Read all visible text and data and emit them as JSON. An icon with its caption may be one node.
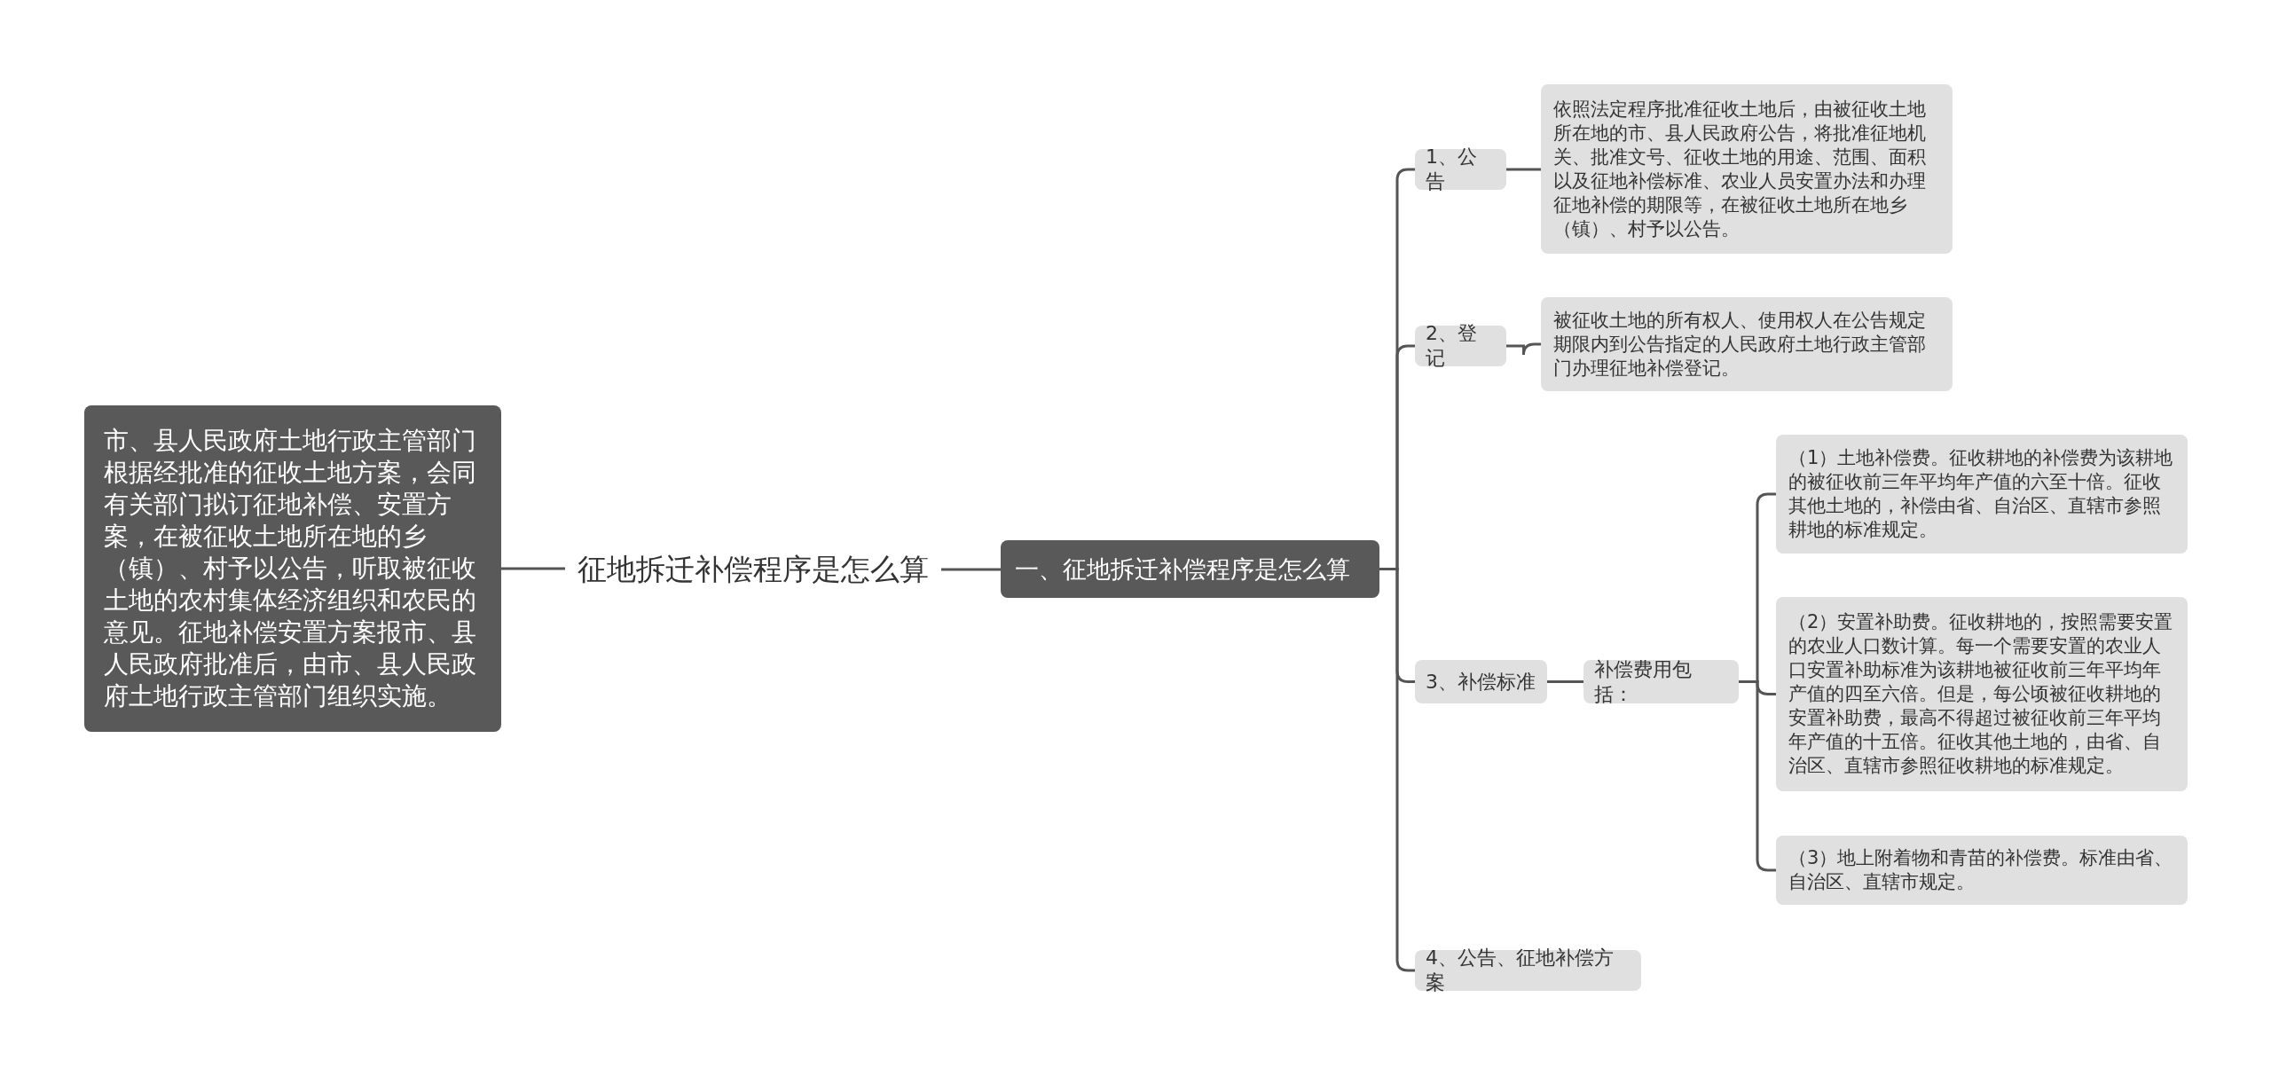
{
  "diagram": {
    "nodes": [
      {
        "text": [
          "征地拆迁补偿程序是怎么算"
        ]
      },
      {
        "text": [
          "市、县人民政府土地行政主管部门根据经批准的征收土地方案，会同有关部门拟订征地补偿、安置方案，在被征收土地所在地的乡（镇）、村予以公告，听取被征收土地的农村集体经济组织和农民的意见。征地补偿安置方案报市、县人民政府批准后，由市、县人民政府土地行政主管部门组织实施。"
        ]
      },
      {
        "text": [
          "一、征地拆迁补偿程序是怎么算"
        ]
      },
      {
        "text": [
          "1、公告"
        ]
      },
      {
        "text": [
          "依照法定程序批准征收土地后，由被征收土地所在地的市、县人民政府公告，将批准征地机关、批准文号、征收土地的用途、范围、面积以及征地补偿标准、农业人员安置办法和办理征地补偿的期限等，在被征收土地所在地乡（镇）、村予以公告。"
        ]
      },
      {
        "text": [
          "2、登记"
        ]
      },
      {
        "text": [
          "被征收土地的所有权人、使用权人在公告规定期限内到公告指定的人民政府土地行政主管部门办理征地补偿登记。"
        ]
      },
      {
        "text": [
          "3、补偿标准"
        ]
      },
      {
        "text": [
          "补偿费用包括："
        ]
      },
      {
        "text": [
          "（1）土地补偿费。征收耕地的补偿费为该耕地的被征收前三年平均年产值的六至十倍。征收其他土地的，补偿由省、自治区、直辖市参照耕地的标准规定。"
        ]
      },
      {
        "text": [
          "（2）安置补助费。征收耕地的，按照需要安置的农业人口数计算。每一个需要安置的农业人口安置补助标准为该耕地被征收前三年平均年产值的四至六倍。但是，每公顷被征收耕地的安置补助费，最高不得超过被征收前三年平均年产值的十五倍。征收其他土地的，由省、自治区、直辖市参照征收耕地的标准规定。"
        ]
      },
      {
        "text": [
          "（3）地上附着物和青苗的补偿费。标准由省、自治区、直辖市规定。"
        ]
      },
      {
        "text": [
          "4、公告、征地补偿方案"
        ]
      }
    ],
    "edges": [
      {
        "from": 1,
        "to": 0,
        "arrow": "none"
      },
      {
        "from": 0,
        "to": 2,
        "arrow": "none"
      },
      {
        "from": 2,
        "to": 3,
        "arrow": "none"
      },
      {
        "from": 2,
        "to": 5,
        "arrow": "none"
      },
      {
        "from": 2,
        "to": 7,
        "arrow": "none"
      },
      {
        "from": 2,
        "to": 12,
        "arrow": "none"
      },
      {
        "from": 3,
        "to": 4,
        "arrow": "none"
      },
      {
        "from": 5,
        "to": 6,
        "arrow": "none"
      },
      {
        "from": 7,
        "to": 8,
        "arrow": "none"
      },
      {
        "from": 8,
        "to": 9,
        "arrow": "none"
      },
      {
        "from": 8,
        "to": 10,
        "arrow": "none"
      },
      {
        "from": 8,
        "to": 11,
        "arrow": "none"
      }
    ]
  }
}
